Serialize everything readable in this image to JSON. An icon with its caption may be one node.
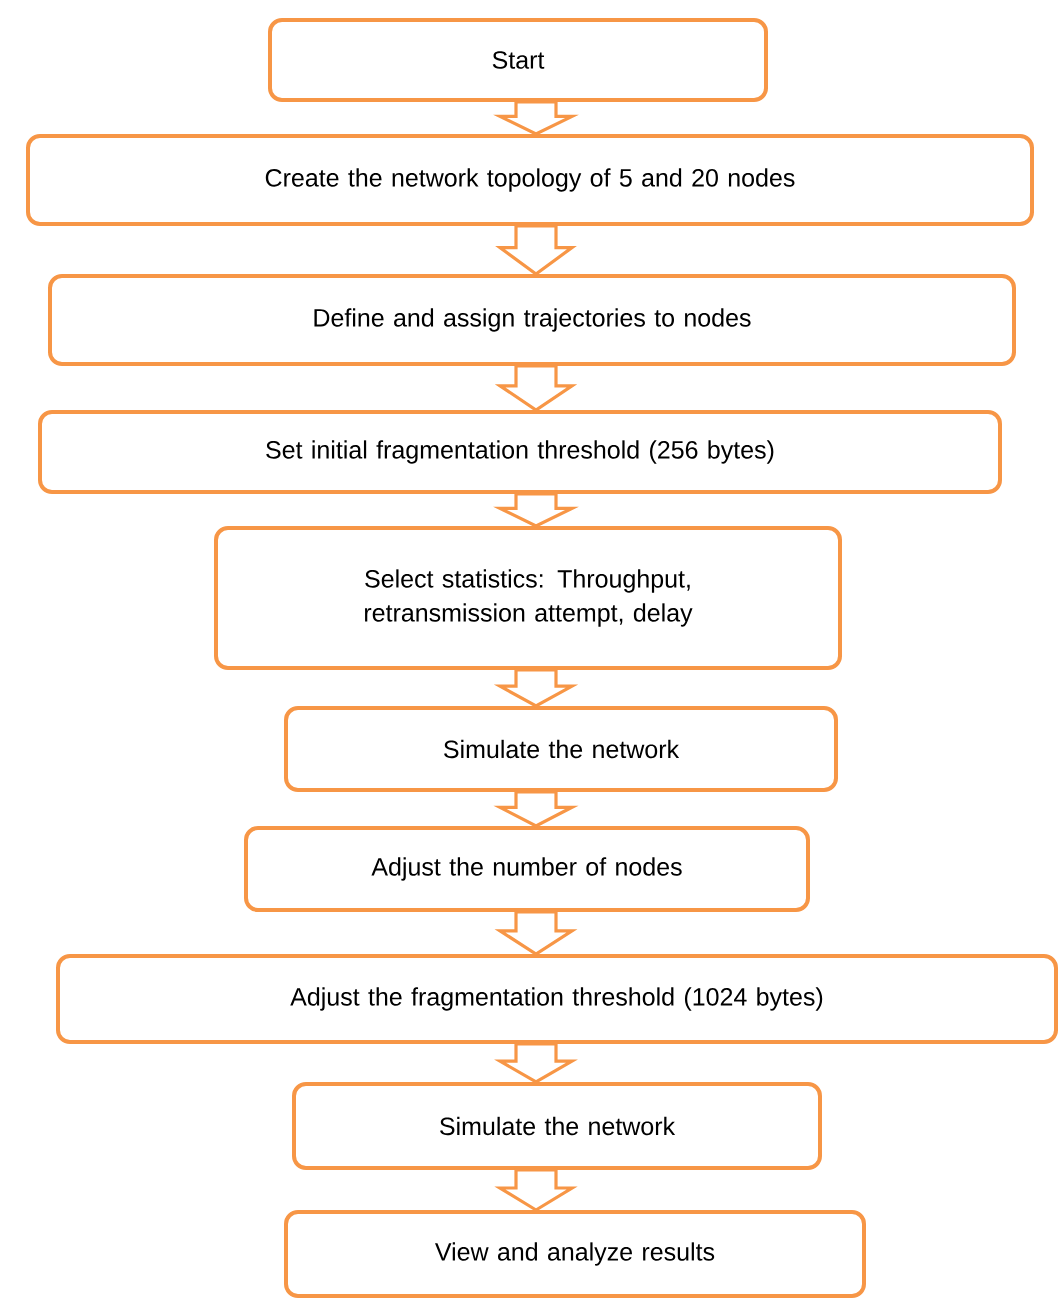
{
  "diagram": {
    "nodes": [
      {
        "text": [
          "Start"
        ]
      },
      {
        "text": [
          "Create the network topology of 5 and 20 nodes"
        ]
      },
      {
        "text": [
          "Define and assign trajectories to nodes"
        ]
      },
      {
        "text": [
          "Set initial fragmentation threshold (256 bytes)"
        ]
      },
      {
        "text": [
          "Select statistics: Throughput, retransmission attempt, delay"
        ]
      },
      {
        "text": [
          "Simulate the network"
        ]
      },
      {
        "text": [
          "Adjust the number of nodes"
        ]
      },
      {
        "text": [
          "Adjust the fragmentation threshold (1024 bytes)"
        ]
      },
      {
        "text": [
          "Simulate the network"
        ]
      },
      {
        "text": [
          "View and analyze results"
        ]
      }
    ],
    "edges": [
      {
        "from": 0,
        "to": 1,
        "arrow": "to"
      },
      {
        "from": 1,
        "to": 2,
        "arrow": "to"
      },
      {
        "from": 2,
        "to": 3,
        "arrow": "to"
      },
      {
        "from": 3,
        "to": 4,
        "arrow": "to"
      },
      {
        "from": 4,
        "to": 5,
        "arrow": "to"
      },
      {
        "from": 5,
        "to": 6,
        "arrow": "to"
      },
      {
        "from": 6,
        "to": 7,
        "arrow": "to"
      },
      {
        "from": 7,
        "to": 8,
        "arrow": "to"
      },
      {
        "from": 8,
        "to": 9,
        "arrow": "to"
      }
    ]
  }
}
